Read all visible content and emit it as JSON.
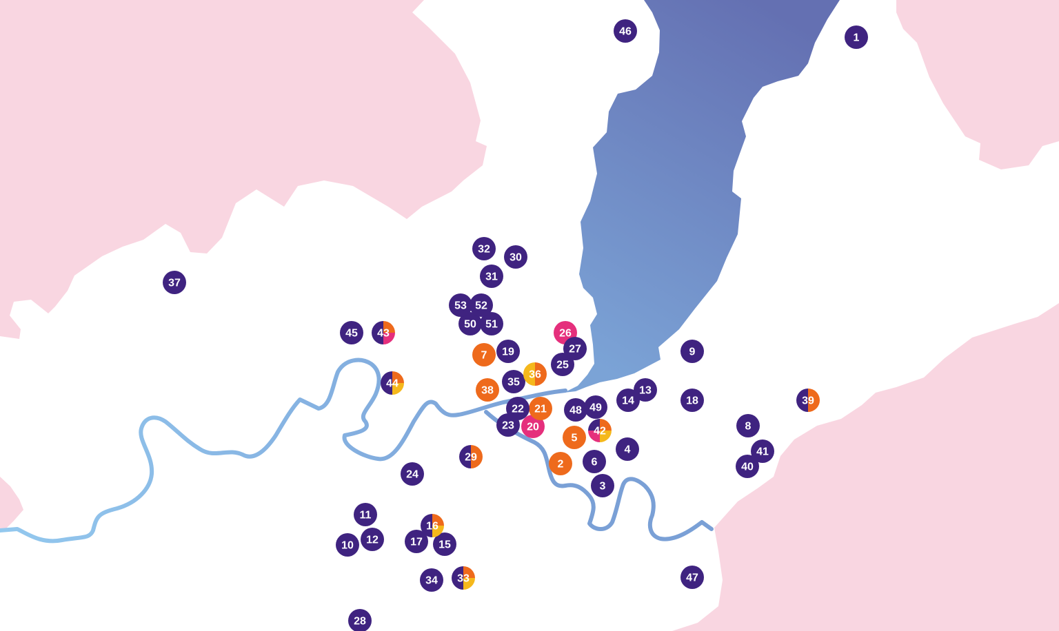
{
  "colors": {
    "background": "#ffffff",
    "territory": "#f9d6e1",
    "lake_top": "#6470b2",
    "lake_bottom": "#7ba3d6",
    "river_dark": "#7aa8dc",
    "river_light": "#93c8ee",
    "purple": "#3f2380",
    "orange": "#ee6a1c",
    "pink": "#e52f7c",
    "yellow": "#f5b81c"
  },
  "markers": [
    {
      "label": "1",
      "colors": [
        "purple"
      ]
    },
    {
      "label": "2",
      "colors": [
        "orange"
      ]
    },
    {
      "label": "3",
      "colors": [
        "purple"
      ]
    },
    {
      "label": "4",
      "colors": [
        "purple"
      ]
    },
    {
      "label": "5",
      "colors": [
        "orange"
      ]
    },
    {
      "label": "6",
      "colors": [
        "purple"
      ]
    },
    {
      "label": "7",
      "colors": [
        "orange"
      ]
    },
    {
      "label": "8",
      "colors": [
        "purple"
      ]
    },
    {
      "label": "9",
      "colors": [
        "purple"
      ]
    },
    {
      "label": "10",
      "colors": [
        "purple"
      ]
    },
    {
      "label": "11",
      "colors": [
        "purple"
      ]
    },
    {
      "label": "12",
      "colors": [
        "purple"
      ]
    },
    {
      "label": "13",
      "colors": [
        "purple"
      ]
    },
    {
      "label": "14",
      "colors": [
        "purple"
      ]
    },
    {
      "label": "15",
      "colors": [
        "purple"
      ]
    },
    {
      "label": "16",
      "colors": [
        "purple",
        "orange",
        "yellow"
      ]
    },
    {
      "label": "17",
      "colors": [
        "purple"
      ]
    },
    {
      "label": "18",
      "colors": [
        "purple"
      ]
    },
    {
      "label": "19",
      "colors": [
        "purple"
      ]
    },
    {
      "label": "20",
      "colors": [
        "pink"
      ]
    },
    {
      "label": "21",
      "colors": [
        "orange"
      ]
    },
    {
      "label": "22",
      "colors": [
        "purple"
      ]
    },
    {
      "label": "23",
      "colors": [
        "purple"
      ]
    },
    {
      "label": "24",
      "colors": [
        "purple"
      ]
    },
    {
      "label": "25",
      "colors": [
        "purple"
      ]
    },
    {
      "label": "26",
      "colors": [
        "pink"
      ]
    },
    {
      "label": "27",
      "colors": [
        "purple"
      ]
    },
    {
      "label": "28",
      "colors": [
        "purple"
      ]
    },
    {
      "label": "29",
      "colors": [
        "purple",
        "orange"
      ]
    },
    {
      "label": "30",
      "colors": [
        "purple"
      ]
    },
    {
      "label": "31",
      "colors": [
        "purple"
      ]
    },
    {
      "label": "32",
      "colors": [
        "purple"
      ]
    },
    {
      "label": "33",
      "colors": [
        "purple",
        "orange",
        "yellow"
      ]
    },
    {
      "label": "34",
      "colors": [
        "purple"
      ]
    },
    {
      "label": "35",
      "colors": [
        "purple"
      ]
    },
    {
      "label": "36",
      "colors": [
        "yellow",
        "orange"
      ]
    },
    {
      "label": "37",
      "colors": [
        "purple"
      ]
    },
    {
      "label": "38",
      "colors": [
        "orange"
      ]
    },
    {
      "label": "39",
      "colors": [
        "purple",
        "orange"
      ]
    },
    {
      "label": "40",
      "colors": [
        "purple"
      ]
    },
    {
      "label": "41",
      "colors": [
        "purple"
      ]
    },
    {
      "label": "42",
      "colors": [
        "purple",
        "orange",
        "yellow",
        "pink"
      ]
    },
    {
      "label": "43",
      "colors": [
        "purple",
        "orange",
        "pink"
      ]
    },
    {
      "label": "44",
      "colors": [
        "purple",
        "orange",
        "yellow"
      ]
    },
    {
      "label": "45",
      "colors": [
        "purple"
      ]
    },
    {
      "label": "46",
      "colors": [
        "purple"
      ]
    },
    {
      "label": "47",
      "colors": [
        "purple"
      ]
    },
    {
      "label": "48",
      "colors": [
        "purple"
      ]
    },
    {
      "label": "49",
      "colors": [
        "purple"
      ]
    },
    {
      "label": "50",
      "colors": [
        "purple"
      ]
    },
    {
      "label": "51",
      "colors": [
        "purple"
      ]
    },
    {
      "label": "52",
      "colors": [
        "purple"
      ]
    },
    {
      "label": "53",
      "colors": [
        "purple"
      ]
    }
  ]
}
